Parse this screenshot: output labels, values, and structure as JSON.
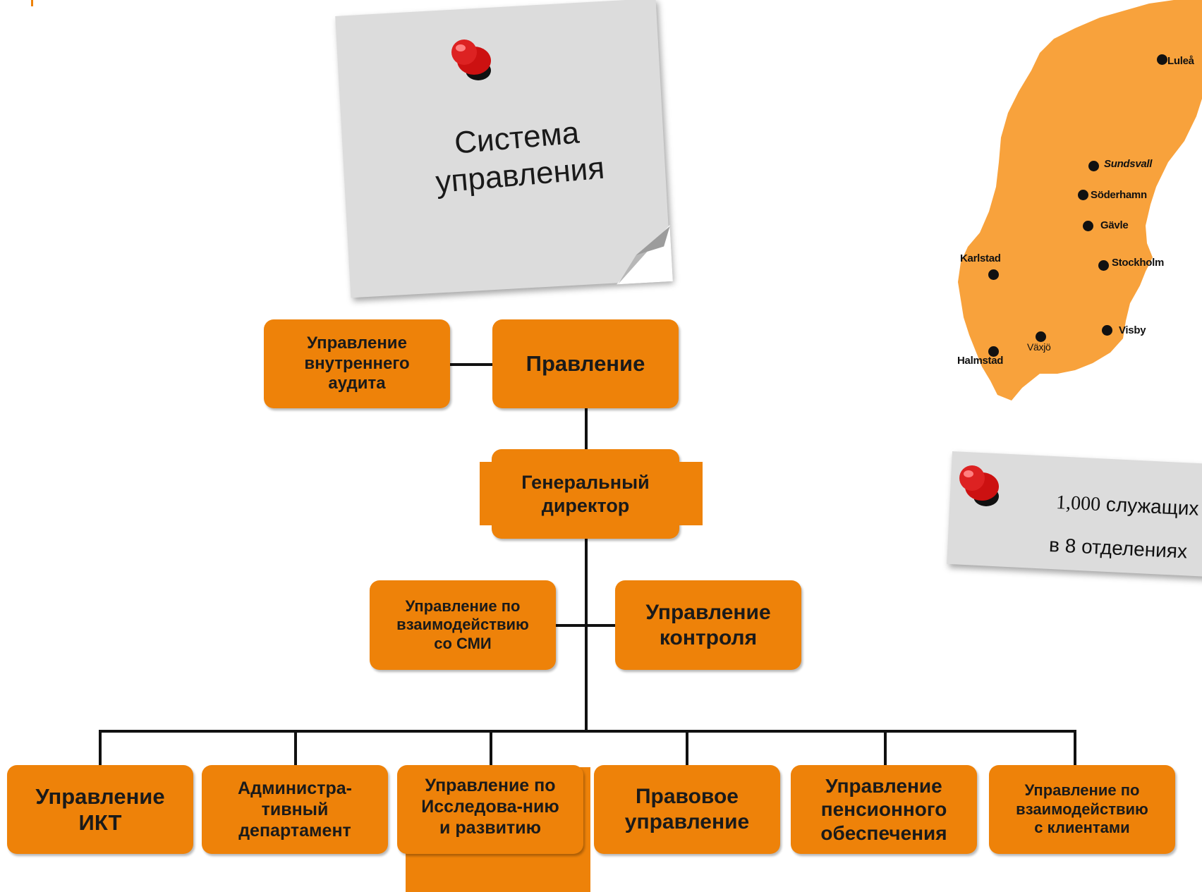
{
  "note": {
    "title": "Система\nуправления"
  },
  "org": {
    "audit": "Управление\nвнутреннего\nаудита",
    "board": "Правление",
    "director": "Генеральный\nдиректор",
    "media": "Управление по\nвзаимодействию\nсо СМИ",
    "control": "Управление\nконтроля",
    "departments": [
      "Управление\nИКТ",
      "Администра-\nтивный\nдепартамент",
      "Управление по\nИсследова-нию\nи развитию",
      "Правовое\nуправление",
      "Управление\nпенсионного\nобеспечения",
      "Управление по\nвзаимодействию\nс клиентами"
    ]
  },
  "map": {
    "cities": [
      "Luleå",
      "Sundsvall",
      "Söderhamn",
      "Gävle",
      "Stockholm",
      "Karlstad",
      "Visby",
      "Växjö",
      "Halmstad"
    ]
  },
  "stats_note": {
    "number": "1,000",
    "line1_text": " служащих",
    "line2": "в 8 отделениях"
  },
  "colors": {
    "box": "#ee8209",
    "map": "#f8a23c",
    "note": "#dcdcdc"
  }
}
